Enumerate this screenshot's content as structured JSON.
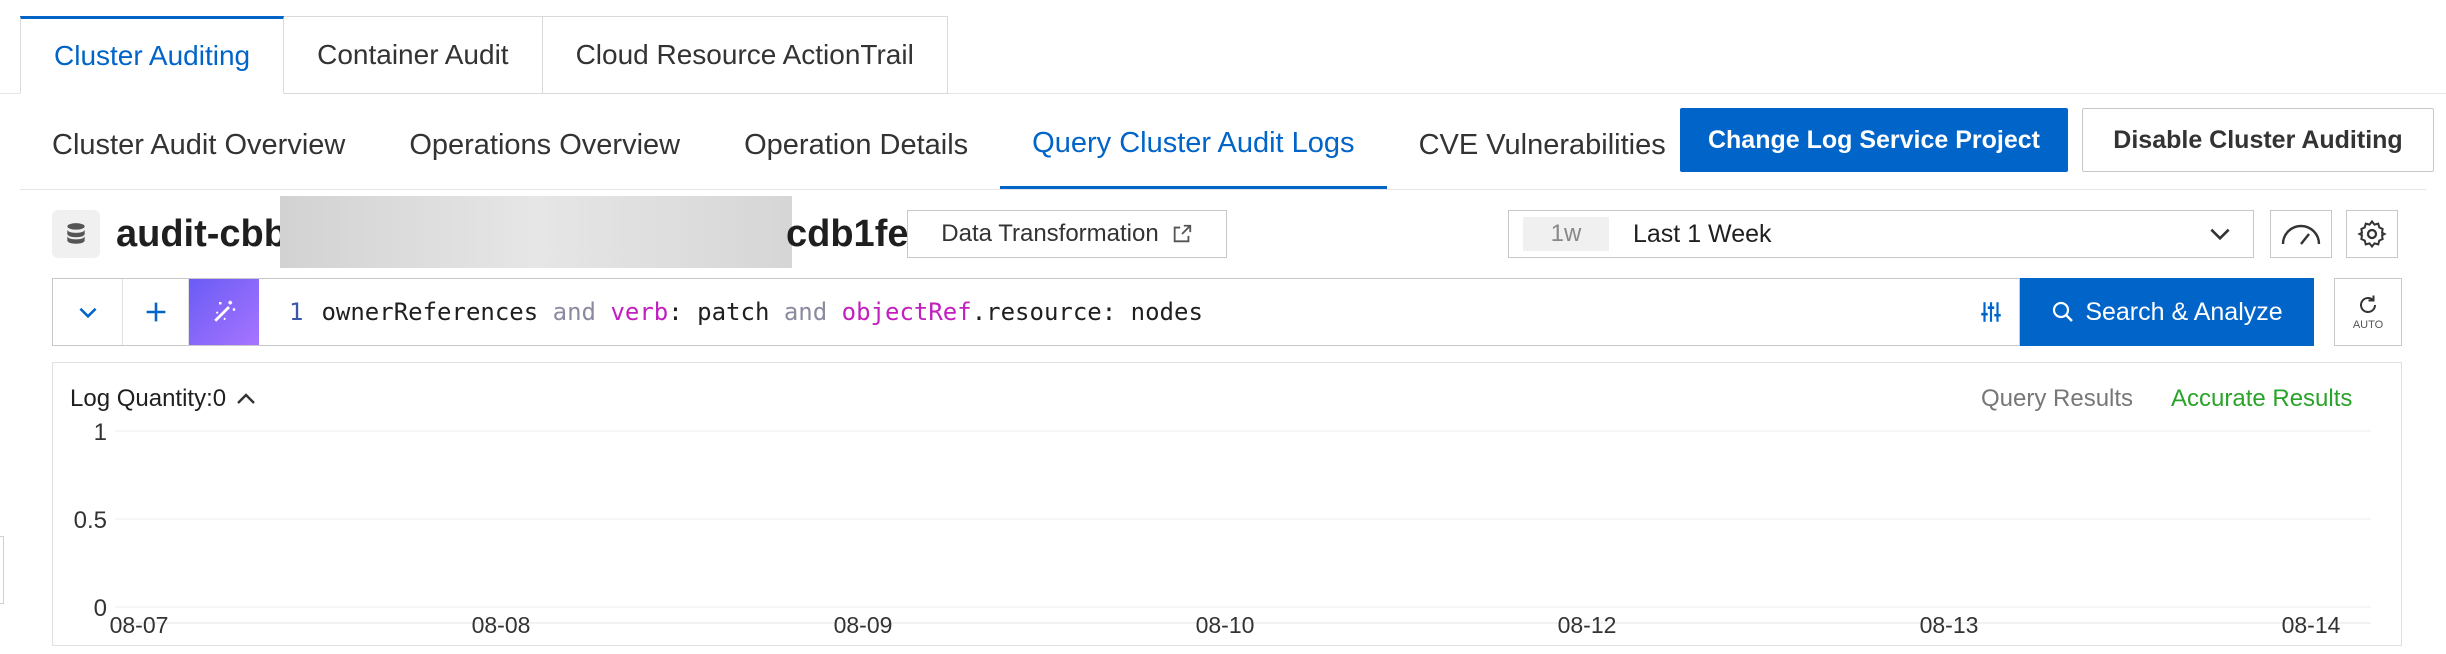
{
  "top_tabs": [
    "Cluster Auditing",
    "Container Audit",
    "Cloud Resource ActionTrail"
  ],
  "sub_tabs": [
    "Cluster Audit Overview",
    "Operations Overview",
    "Operation Details",
    "Query Cluster Audit Logs",
    "CVE Vulnerabilities"
  ],
  "header_buttons": {
    "change_project": "Change Log Service Project",
    "disable_auditing": "Disable Cluster Auditing"
  },
  "logstore": {
    "name_start": "audit-cbb",
    "name_end": "cdb1fe",
    "transform_label": "Data Transformation"
  },
  "time": {
    "chip": "1w",
    "label": "Last 1 Week"
  },
  "query": {
    "line_no": "1",
    "tokens": [
      {
        "t": "ownerReferences",
        "c": "txt"
      },
      {
        "t": " and ",
        "c": "kw"
      },
      {
        "t": "verb",
        "c": "fld"
      },
      {
        "t": ": patch",
        "c": "txt"
      },
      {
        "t": " and ",
        "c": "kw"
      },
      {
        "t": "objectRef",
        "c": "fld"
      },
      {
        "t": ".resource: nodes",
        "c": "txt"
      }
    ],
    "search_label": "Search & Analyze",
    "auto_label": "AUTO"
  },
  "results": {
    "log_quantity": "Log Quantity:0",
    "query_results": "Query Results",
    "accurate_results": "Accurate Results"
  },
  "colors": {
    "primary": "#0064c8",
    "accurate": "#2aa32a",
    "field": "#c21fbf"
  },
  "chart_data": {
    "type": "bar",
    "categories": [
      "08-07",
      "08-08",
      "08-09",
      "08-10",
      "08-12",
      "08-13",
      "08-14"
    ],
    "values": [
      0,
      0,
      0,
      0,
      0,
      0,
      0
    ],
    "y_ticks": [
      "1",
      "0.5",
      "0"
    ],
    "ylim": [
      0,
      1
    ],
    "grid": true,
    "title": "",
    "xlabel": "",
    "ylabel": ""
  }
}
